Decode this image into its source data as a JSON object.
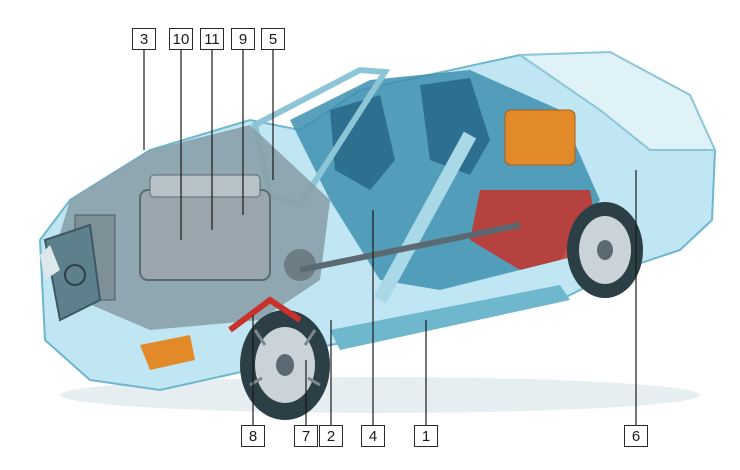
{
  "diagram": {
    "callouts": [
      {
        "id": "3",
        "text": "3"
      },
      {
        "id": "10",
        "text": "10"
      },
      {
        "id": "11",
        "text": "11"
      },
      {
        "id": "9",
        "text": "9"
      },
      {
        "id": "5",
        "text": "5"
      },
      {
        "id": "8",
        "text": "8"
      },
      {
        "id": "7",
        "text": "7"
      },
      {
        "id": "2",
        "text": "2"
      },
      {
        "id": "4",
        "text": "4"
      },
      {
        "id": "1",
        "text": "1"
      },
      {
        "id": "6",
        "text": "6"
      }
    ],
    "colors": {
      "body": "#bfe6f2",
      "body_dark": "#6fb7cc",
      "interior": "#3d8fb0",
      "engine": "#9aa6ad",
      "wheel": "#2c3e46",
      "red_parts": "#c8322a",
      "orange_parts": "#e28a2a",
      "leader": "#1a1a1a"
    }
  }
}
